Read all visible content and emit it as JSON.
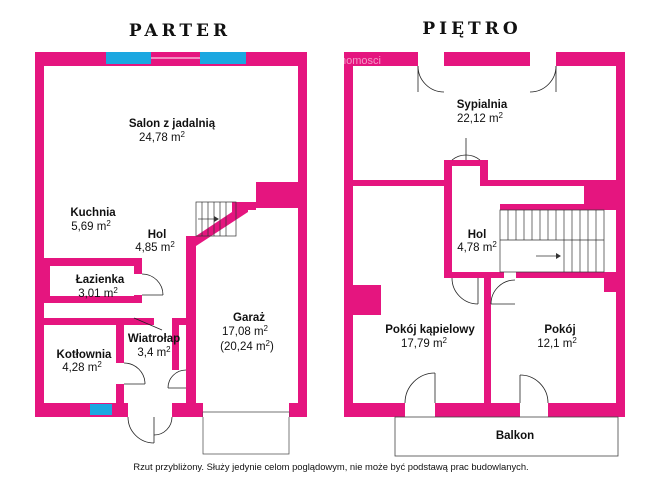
{
  "floors": [
    {
      "title": "PARTER",
      "rooms": [
        {
          "name": "Salon z jadalnią",
          "area": "24,78 m",
          "unit_sup": "2",
          "extra": ""
        },
        {
          "name": "Kuchnia",
          "area": "5,69 m",
          "unit_sup": "2",
          "extra": ""
        },
        {
          "name": "Hol",
          "area": "4,85 m",
          "unit_sup": "2",
          "extra": ""
        },
        {
          "name": "Łazienka",
          "area": "3,01 m",
          "unit_sup": "2",
          "extra": ""
        },
        {
          "name": "Garaż",
          "area": "17,08 m",
          "unit_sup": "2",
          "extra": "(20,24 m",
          "extra_sup": "2",
          "extra_close": ")"
        },
        {
          "name": "Wiatrołap",
          "area": "3,4 m",
          "unit_sup": "2",
          "extra": ""
        },
        {
          "name": "Kotłownia",
          "area": "4,28 m",
          "unit_sup": "2",
          "extra": ""
        }
      ]
    },
    {
      "title": "PIĘTRO",
      "rooms": [
        {
          "name": "Sypialnia",
          "area": "22,12 m",
          "unit_sup": "2"
        },
        {
          "name": "Hol",
          "area": "4,78 m",
          "unit_sup": "2"
        },
        {
          "name": "Pokój kąpielowy",
          "area": "17,79 m",
          "unit_sup": "2"
        },
        {
          "name": "Pokój",
          "area": "12,1 m",
          "unit_sup": "2"
        },
        {
          "name": "Balkon",
          "area": "",
          "unit_sup": ""
        }
      ]
    }
  ],
  "watermark": "nieruchomosci",
  "note": "Rzut przybliżony. Służy jedynie celom poglądowym, nie może być podstawą prac budowlanych.",
  "colors": {
    "wall": "#e5157f",
    "window": "#1ba7e1",
    "text": "#111111"
  }
}
